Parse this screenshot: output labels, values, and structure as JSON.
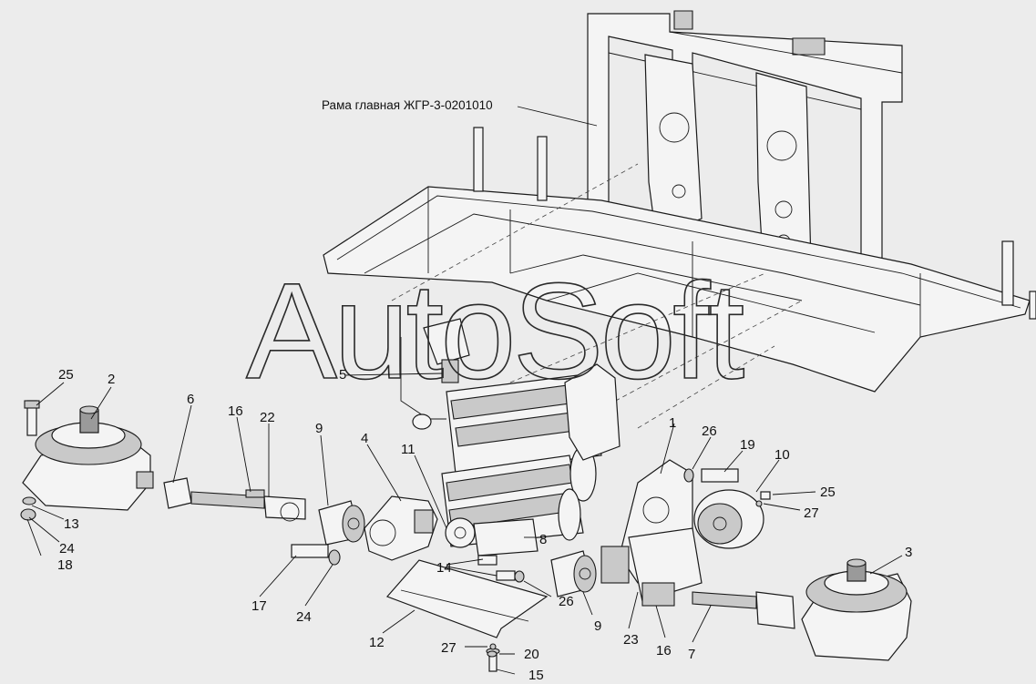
{
  "caption": {
    "frame_label": "Рама главная ЖГР-3-0201010"
  },
  "watermark": "AutoSoft",
  "callouts": [
    {
      "id": "c1",
      "label": "1"
    },
    {
      "id": "c2",
      "label": "2"
    },
    {
      "id": "c3",
      "label": "3"
    },
    {
      "id": "c4",
      "label": "4"
    },
    {
      "id": "c5",
      "label": "5"
    },
    {
      "id": "c6",
      "label": "6"
    },
    {
      "id": "c7",
      "label": "7"
    },
    {
      "id": "c8",
      "label": "8"
    },
    {
      "id": "c9a",
      "label": "9"
    },
    {
      "id": "c9b",
      "label": "9"
    },
    {
      "id": "c10",
      "label": "10"
    },
    {
      "id": "c11",
      "label": "11"
    },
    {
      "id": "c12",
      "label": "12"
    },
    {
      "id": "c13",
      "label": "13"
    },
    {
      "id": "c14",
      "label": "14"
    },
    {
      "id": "c15",
      "label": "15"
    },
    {
      "id": "c16a",
      "label": "16"
    },
    {
      "id": "c16b",
      "label": "16"
    },
    {
      "id": "c17",
      "label": "17"
    },
    {
      "id": "c18",
      "label": "18"
    },
    {
      "id": "c19",
      "label": "19"
    },
    {
      "id": "c20",
      "label": "20"
    },
    {
      "id": "c22",
      "label": "22"
    },
    {
      "id": "c23",
      "label": "23"
    },
    {
      "id": "c24a",
      "label": "24"
    },
    {
      "id": "c24b",
      "label": "24"
    },
    {
      "id": "c25a",
      "label": "25"
    },
    {
      "id": "c25b",
      "label": "25"
    },
    {
      "id": "c26a",
      "label": "26"
    },
    {
      "id": "c26b",
      "label": "26"
    },
    {
      "id": "c27a",
      "label": "27"
    },
    {
      "id": "c27b",
      "label": "27"
    }
  ]
}
